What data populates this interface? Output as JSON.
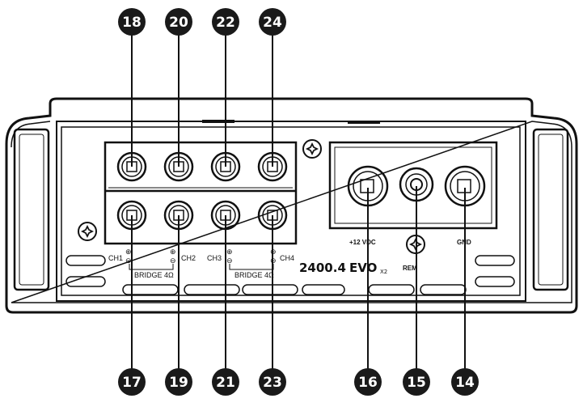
{
  "callouts_top": [
    "18",
    "20",
    "22",
    "24"
  ],
  "callouts_bottom_speaker": [
    "17",
    "19",
    "21",
    "23"
  ],
  "callouts_bottom_power": [
    "16",
    "15",
    "14"
  ],
  "channel_labels": [
    "CH1",
    "CH2",
    "CH3",
    "CH4"
  ],
  "bridge_labels": [
    "BRIDGE 4Ω",
    "BRIDGE 4Ω"
  ],
  "power_labels": {
    "plus12v": "+12 VDC",
    "remote": "REM",
    "ground": "GND"
  },
  "polarity_symbols": {
    "plus": "⊕",
    "minus": "⊖"
  },
  "model": {
    "name": "2400.4",
    "suffix": "EVO",
    "sub": "X2"
  },
  "colors": {
    "callout_fill": "#1a1a1a",
    "line": "#111111",
    "background": "#ffffff"
  }
}
